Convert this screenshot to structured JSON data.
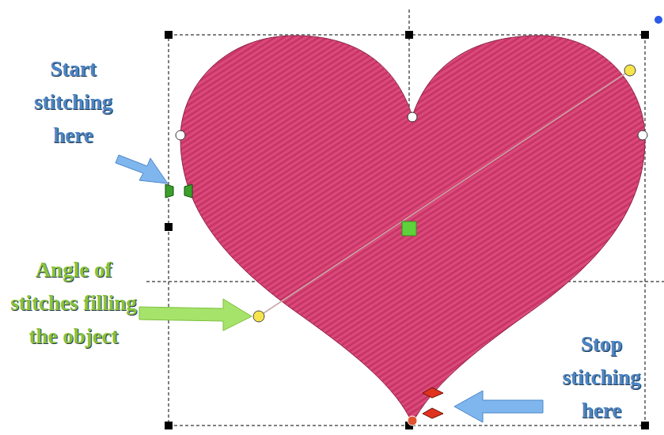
{
  "diagram": {
    "labels": [
      "Start stitching here",
      "Angle of stitches filling the object",
      "Stop stitching here"
    ]
  }
}
